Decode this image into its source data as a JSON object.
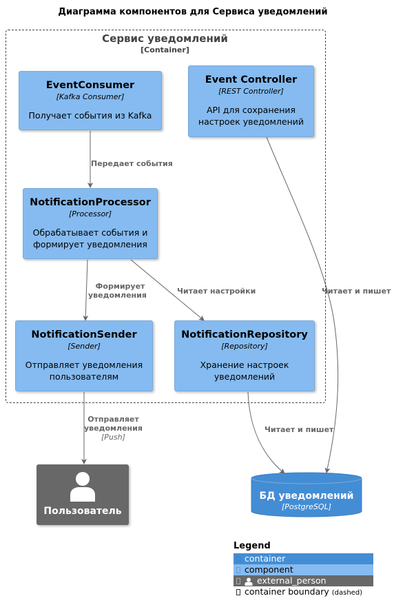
{
  "title": "Диаграмма компонентов для Сервиса уведомлений",
  "boundary": {
    "name": "Сервис уведомлений",
    "type": "[Container]"
  },
  "components": {
    "event_consumer": {
      "name": "EventConsumer",
      "type": "[Kafka Consumer]",
      "desc1": "Получает события из Kafka",
      "desc2": ""
    },
    "event_controller": {
      "name": "Event Controller",
      "type": "[REST Controller]",
      "desc1": "API для сохранения",
      "desc2": "настроек уведомлений"
    },
    "notification_processor": {
      "name": "NotificationProcessor",
      "type": "[Processor]",
      "desc1": "Обрабатывает события и",
      "desc2": "формирует уведомления"
    },
    "notification_sender": {
      "name": "NotificationSender",
      "type": "[Sender]",
      "desc1": "Отправляет уведомления",
      "desc2": "пользователям"
    },
    "notification_repository": {
      "name": "NotificationRepository",
      "type": "[Repository]",
      "desc1": "Хранение настроек",
      "desc2": "уведомлений"
    }
  },
  "person": {
    "name": "Пользователь"
  },
  "database": {
    "name": "БД уведомлений",
    "type": "[PostgreSQL]"
  },
  "relations": {
    "passes_events": "Передает события",
    "forms_1": "Формирует",
    "forms_2": "уведомления",
    "reads_settings": "Читает настройки",
    "reads_writes_ctrl": "Читает и пишет",
    "reads_writes_repo": "Читает и пишет",
    "sends_1": "Отправляет",
    "sends_2": "уведомления",
    "sends_tech": "[Push]"
  },
  "legend": {
    "title": "Legend",
    "container": "container",
    "component": "component",
    "external_person": "external_person",
    "container_boundary": "container boundary",
    "dashed": "(dashed)"
  },
  "colors": {
    "component": "#85bbf0",
    "container": "#438dd5",
    "external_person": "#686868",
    "boundary_border": "#444444",
    "arrow": "#666666"
  }
}
